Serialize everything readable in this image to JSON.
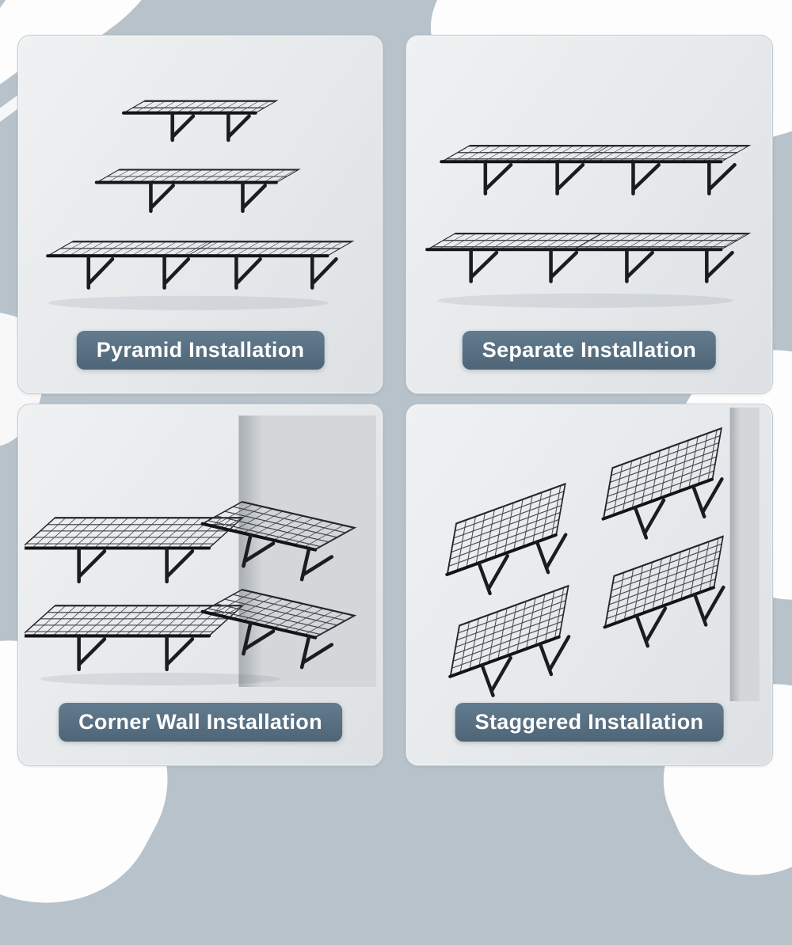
{
  "page": {
    "background_color": "#b7c2ca",
    "brush_stroke_color": "#fdfdfd",
    "panel_background": "#e8eaec",
    "label_pill_color": "#57707f",
    "label_text_color": "#ffffff",
    "shelf_color": "#1a1c1f"
  },
  "panels": [
    {
      "id": "pyramid",
      "label": "Pyramid Installation"
    },
    {
      "id": "separate",
      "label": "Separate Installation"
    },
    {
      "id": "corner",
      "label": "Corner Wall Installation"
    },
    {
      "id": "staggered",
      "label": "Staggered Installation"
    }
  ]
}
